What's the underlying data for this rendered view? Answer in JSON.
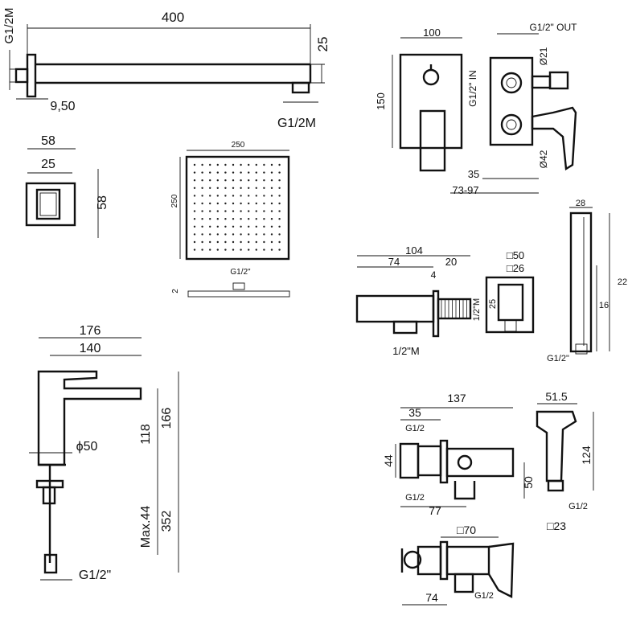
{
  "shower_arm": {
    "length": "400",
    "height": "25",
    "wall_thread": "G1/2M",
    "outlet_thread": "G1/2M",
    "flange_offset": "9,50"
  },
  "flange": {
    "outer": "58",
    "inner": "25",
    "height": "58"
  },
  "shower_head": {
    "width": "250",
    "depth": "250",
    "thread": "G1/2\"",
    "thickness": "2"
  },
  "mixer_concealed": {
    "width": "100",
    "height": "150",
    "out_thread": "G1/2\" OUT",
    "in_thread": "G1/2\" IN",
    "dia_small": "Ø21",
    "dia_large": "Ø42",
    "depth_min": "35",
    "depth_range": "73-97"
  },
  "wall_outlet": {
    "length": "104",
    "body": "74",
    "tail": "20",
    "flange_thk": "4",
    "thread": "1/2\"M",
    "plate_size": "□50",
    "hole_size": "□26",
    "plate_h": "25",
    "plate_thread": "1/2\"M"
  },
  "hand_shower": {
    "width": "28",
    "length": "22",
    "handle": "16",
    "thread": "G1/2\""
  },
  "basin_mixer": {
    "total_reach": "176",
    "spout_reach": "140",
    "height_total": "166",
    "spout_height": "118",
    "base_dia": "ϕ50",
    "max_thickness": "Max.44",
    "hose_length": "352",
    "thread": "G1/2\""
  },
  "bidet_valve": {
    "depth": "35",
    "length": "137",
    "inlet_thread": "G1/2",
    "outlet_thread": "G1/2",
    "height": "44",
    "offset": "77",
    "holder": "50"
  },
  "bidet_spray": {
    "width": "51.5",
    "height": "124",
    "thread": "G1/2",
    "base": "□23"
  },
  "bidet_mixer": {
    "plate": "□70",
    "depth": "74",
    "thread": "G1/2"
  }
}
